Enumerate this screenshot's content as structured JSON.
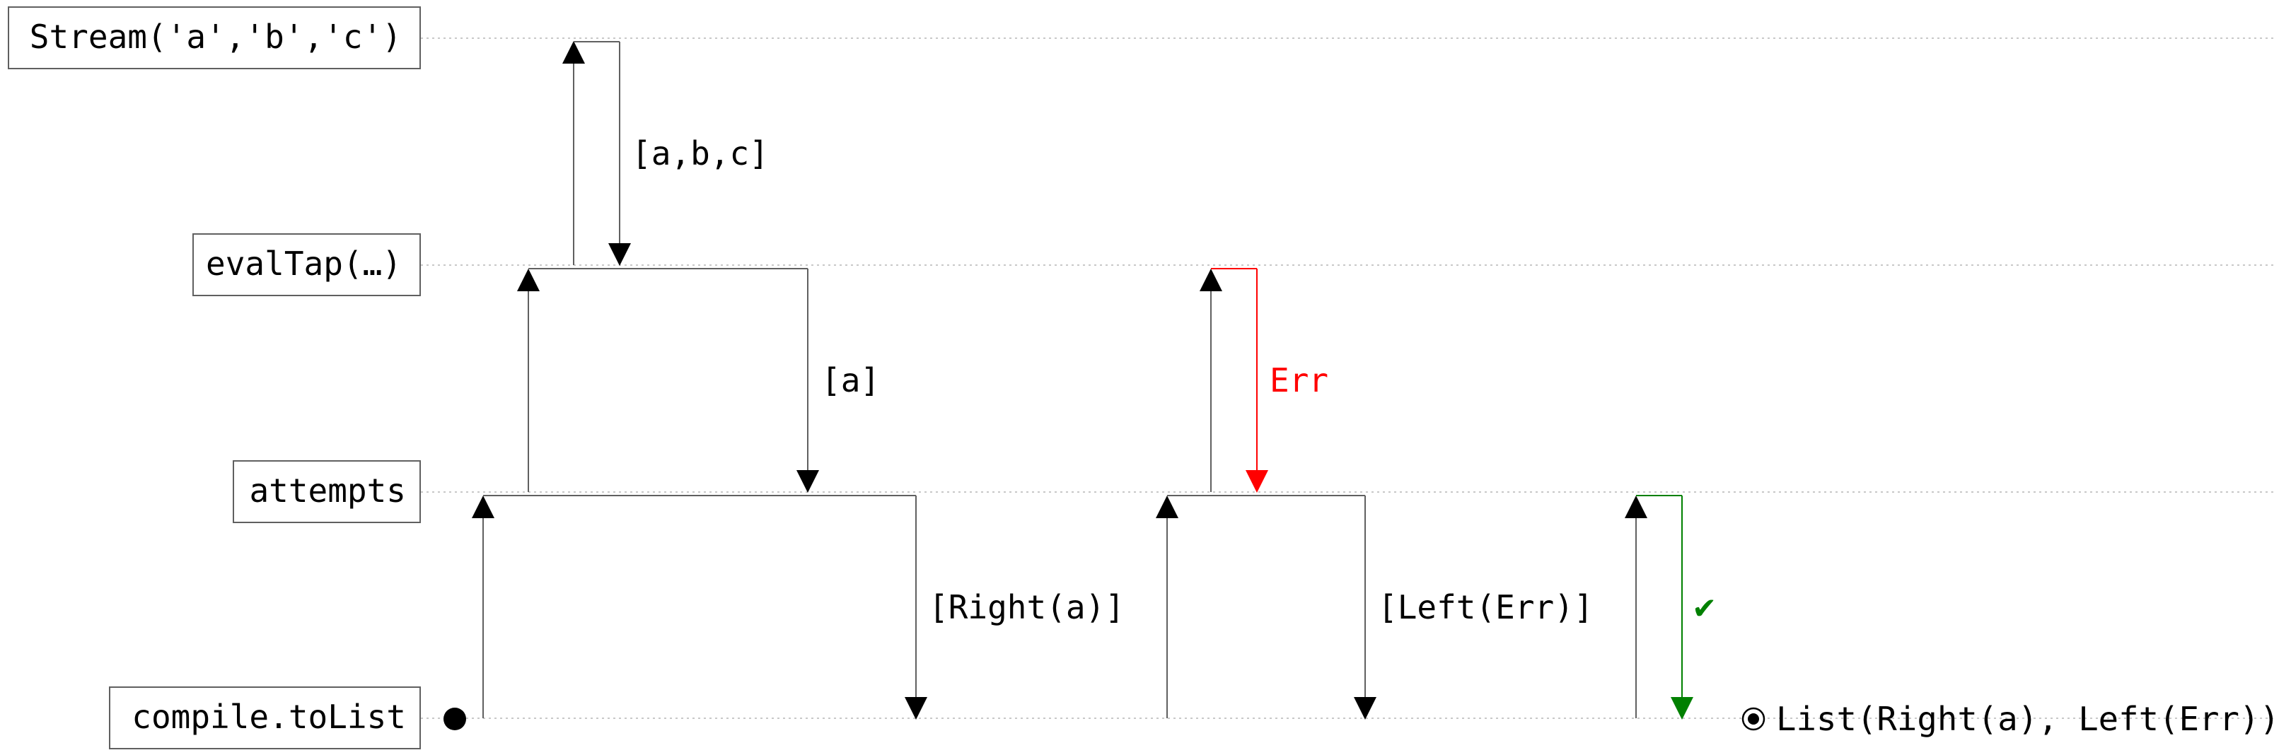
{
  "lanes": [
    {
      "label": "Stream('a','b','c')"
    },
    {
      "label": "evalTap(…)"
    },
    {
      "label": "attempts"
    },
    {
      "label": "compile.toList"
    }
  ],
  "edge_labels": {
    "stream_emit": "[a,b,c]",
    "evaltap_emit": "[a]",
    "evaltap_error": "Err",
    "attempts_right": "[Right(a)]",
    "attempts_left": "[Left(Err)]",
    "attempts_done": "✔"
  },
  "result": {
    "label": "List(Right(a), Left(Err))"
  },
  "colors": {
    "error": "#ff0000",
    "success": "#008000",
    "normal": "#000000",
    "lane_rule": "#c8c8c8"
  }
}
